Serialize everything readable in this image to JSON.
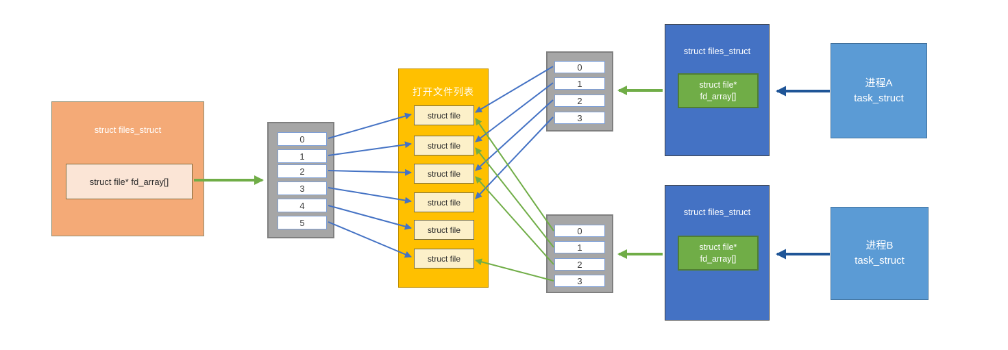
{
  "left_files_struct": {
    "title": "struct files_struct",
    "field": "struct file* fd_array[]"
  },
  "left_fd_array": {
    "cells": [
      "0",
      "1",
      "2",
      "3",
      "4",
      "5"
    ]
  },
  "open_file_list": {
    "title": "打开文件列表",
    "files": [
      "struct file",
      "struct file",
      "struct file",
      "struct file",
      "struct file",
      "struct file"
    ]
  },
  "process_a": {
    "files_struct_title": "struct files_struct",
    "fd_field_line1": "struct file*",
    "fd_field_line2": "fd_array[]",
    "fd_array": {
      "cells": [
        "0",
        "1",
        "2",
        "3"
      ]
    },
    "task_line1": "进程A",
    "task_line2": "task_struct"
  },
  "process_b": {
    "files_struct_title": "struct files_struct",
    "fd_field_line1": "struct file*",
    "fd_field_line2": "fd_array[]",
    "fd_array": {
      "cells": [
        "0",
        "1",
        "2",
        "3"
      ]
    },
    "task_line1": "进程B",
    "task_line2": "task_struct"
  },
  "colors": {
    "orange_fill": "#F4AA77",
    "orange_field_fill": "#FBE5D6",
    "gold_fill": "#FFC000",
    "file_box_fill": "#FCF0C9",
    "array_gray_fill": "#A6A6A6",
    "blue_struct_fill": "#4472C4",
    "green_field_fill": "#70AD47",
    "task_fill": "#5B9BD5",
    "arrow_blue": "#4472C4",
    "arrow_green": "#70AD47",
    "arrow_dark_blue": "#1F5597"
  }
}
